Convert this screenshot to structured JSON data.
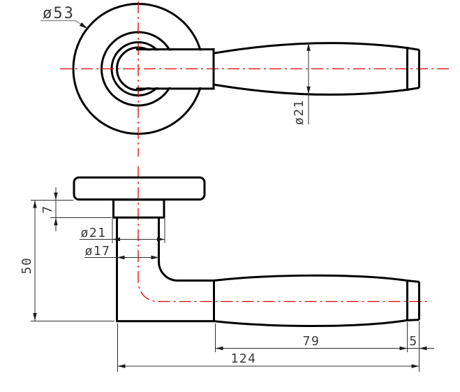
{
  "drawing": {
    "colors": {
      "object_line": "#000000",
      "centerline": "#e10000",
      "dimension_line": "#2e2e2e",
      "dimension_text": "#3a3a3a",
      "leader_line": "#8f8f8f",
      "background": "#ffffff"
    },
    "front_view": {
      "rose_diameter_label": "ø53",
      "grip_diameter_label": "ø21"
    },
    "side_view": {
      "rose_offset_label": "7",
      "height_label": "50",
      "collar_diameter_label": "ø21",
      "neck_diameter_label": "ø17",
      "grip_length_label": "79",
      "cap_length_label": "5",
      "overall_length_label": "124"
    }
  }
}
